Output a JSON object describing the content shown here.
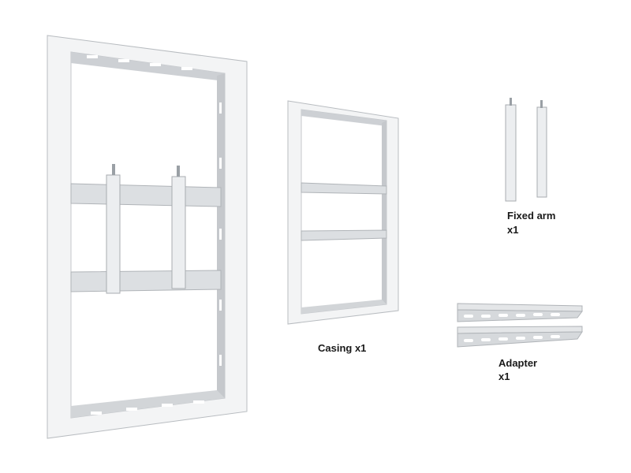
{
  "labels": {
    "casing": "Casing x1",
    "fixed_arm": "Fixed arm",
    "fixed_arm_qty": "x1",
    "adapter": "Adapter",
    "adapter_qty": "x1"
  },
  "colors": {
    "frame_face": "#f4f5f6",
    "frame_inner": "#c9ccd0",
    "rail": "#d9dcdf",
    "slot": "#ffffff",
    "edge": "#aeb2b6"
  }
}
